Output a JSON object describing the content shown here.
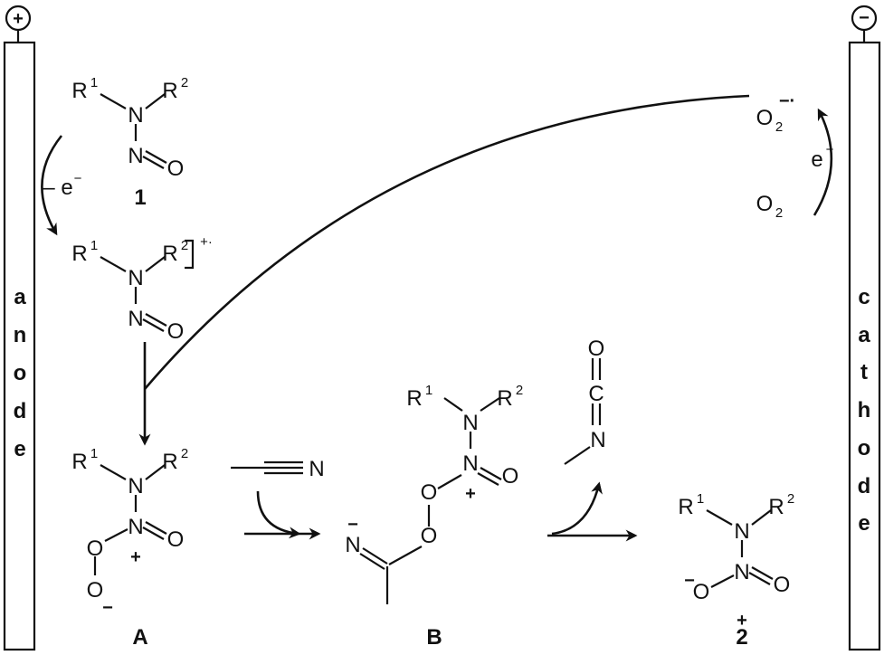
{
  "electrodes": {
    "anode_letters": [
      "a",
      "n",
      "o",
      "d",
      "e"
    ],
    "cathode_letters": [
      "c",
      "a",
      "t",
      "h",
      "o",
      "d",
      "e"
    ],
    "anode_sign": "+",
    "cathode_sign": "−"
  },
  "atoms": {
    "R": "R",
    "sup1": "1",
    "sup2": "2",
    "N": "N",
    "O": "O",
    "C": "C"
  },
  "charges": {
    "plus": "+",
    "minus": "−",
    "radical_cation": "+·",
    "superoxide": "−·"
  },
  "electron": {
    "loss": "– e",
    "e": "e",
    "sup": "−"
  },
  "oxygen": {
    "sub": "2"
  },
  "compounds": {
    "c1": "1",
    "A": "A",
    "B": "B",
    "c2": "2"
  }
}
